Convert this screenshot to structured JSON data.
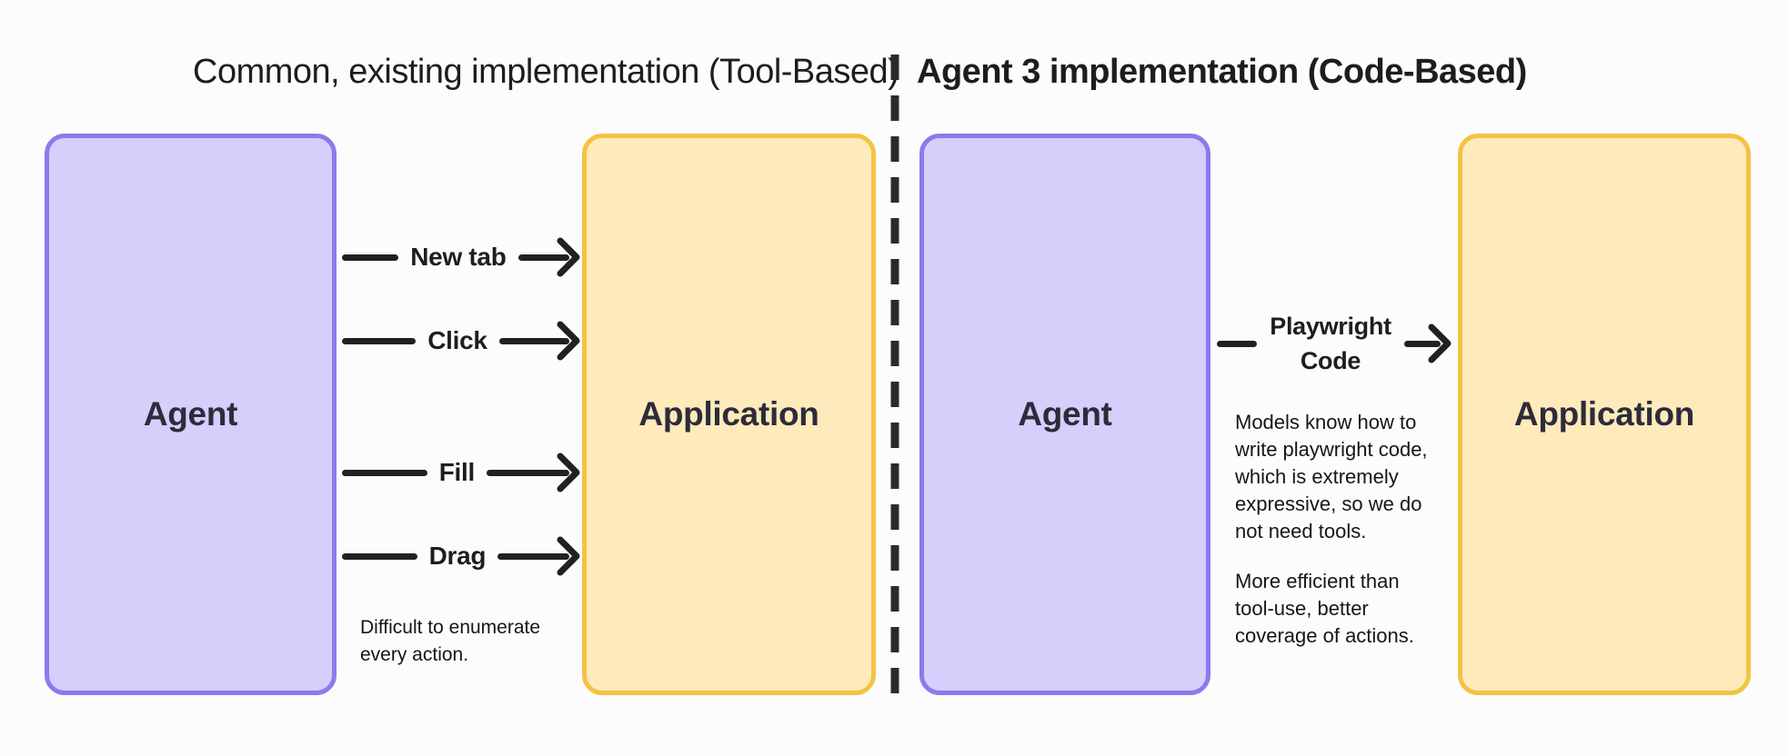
{
  "colors": {
    "background": "#fcfcfd",
    "agent_fill": "#d6cefb",
    "agent_border": "#8b7aed",
    "application_fill": "#feeabb",
    "application_border": "#f4c244",
    "arrow": "#212121",
    "divider": "#2b2b2b",
    "title_text": "#1d1d1f",
    "box_label_text": "#2c2c3a",
    "note_text": "#161616"
  },
  "panels": {
    "left": {
      "title": "Common, existing implementation (Tool-Based)",
      "agent_box": {
        "label": "Agent"
      },
      "application_box": {
        "label": "Application"
      },
      "arrows": [
        {
          "label": "New tab"
        },
        {
          "label": "Click"
        },
        {
          "label": "Fill"
        },
        {
          "label": "Drag"
        }
      ],
      "note_lines": [
        "Difficult to enumerate",
        "every action."
      ]
    },
    "right": {
      "title": "Agent 3 implementation (Code-Based)",
      "agent_box": {
        "label": "Agent"
      },
      "application_box": {
        "label": "Application"
      },
      "arrow": {
        "label_lines": [
          "Playwright",
          "Code"
        ]
      },
      "notes": [
        [
          "Models know how to",
          "write playwright code,",
          "which is extremely",
          "expressive, so we do",
          "not need tools."
        ],
        [
          "More efficient than",
          "tool-use, better",
          "coverage of actions."
        ]
      ]
    }
  }
}
